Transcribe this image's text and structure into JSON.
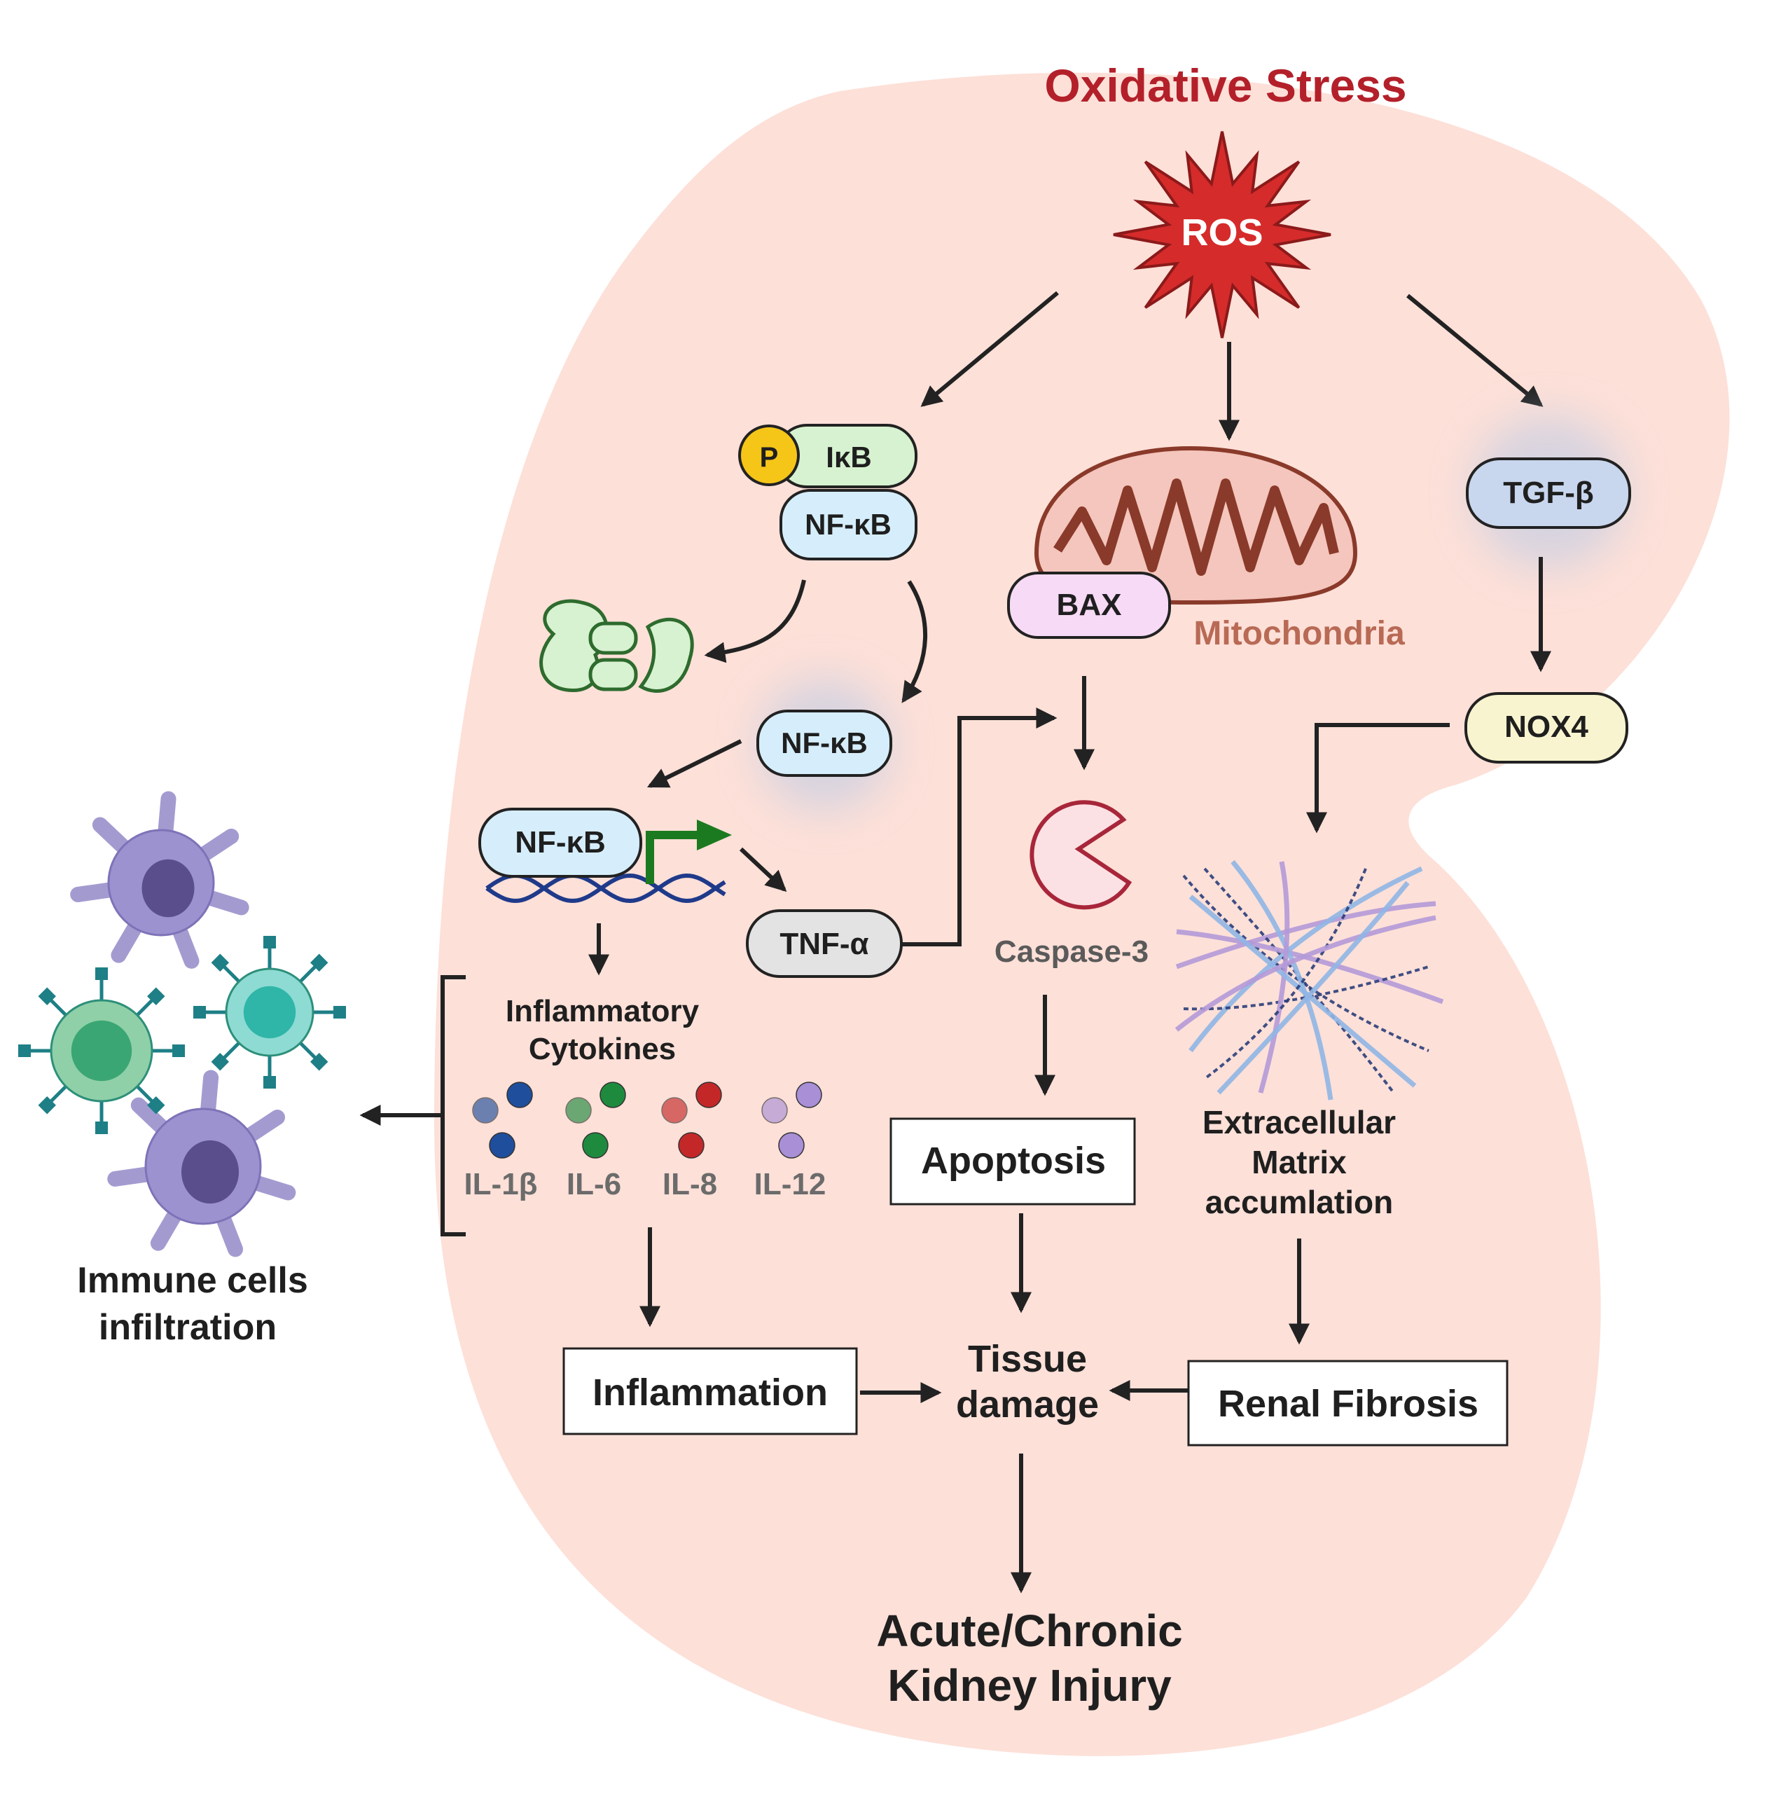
{
  "title": "Oxidative Stress",
  "ros": "ROS",
  "ikb": {
    "p": "P",
    "ikb": "IκB",
    "nfkb": "NF-κB"
  },
  "nfkb_free": "NF-κB",
  "nfkb_dna": "NF-κB",
  "tnf": "TNF-α",
  "bax": "BAX",
  "mitochondria": "Mitochondria",
  "caspase": "Caspase-3",
  "tgf": "TGF-β",
  "nox4": "NOX4",
  "ecm": [
    "Extracellular",
    "Matrix",
    "accumlation"
  ],
  "cytokines": {
    "heading": [
      "Inflammatory",
      "Cytokines"
    ],
    "items": [
      {
        "label": "IL-1β",
        "color": "#1f4e9c"
      },
      {
        "label": "IL-6",
        "color": "#1e8a3e"
      },
      {
        "label": "IL-8",
        "color": "#c42727"
      },
      {
        "label": "IL-12",
        "color": "#a88fd6"
      }
    ]
  },
  "immune": [
    "Immune cells",
    "infiltration"
  ],
  "apoptosis": "Apoptosis",
  "inflammation": "Inflammation",
  "renal_fibrosis": "Renal Fibrosis",
  "tissue": [
    "Tissue",
    "damage"
  ],
  "outcome": [
    "Acute/Chronic",
    "Kidney Injury"
  ],
  "colors": {
    "kidney": "#fde0d8",
    "title": "#b3202a",
    "ros": "#d62b2b",
    "mito_label": "#b86a55",
    "nfkb_fill": "#d6eefc",
    "ikb_fill": "#d7f2d0",
    "phospho": "#f5c518",
    "bax_fill": "#f7daf5",
    "tgf_fill": "#c8d6ee",
    "nox4_fill": "#f8f4cf",
    "tnf_fill": "#e3e3e3",
    "dna": "#1f3a8a",
    "promoter": "#1b7a1f",
    "arrow": "#222222"
  }
}
